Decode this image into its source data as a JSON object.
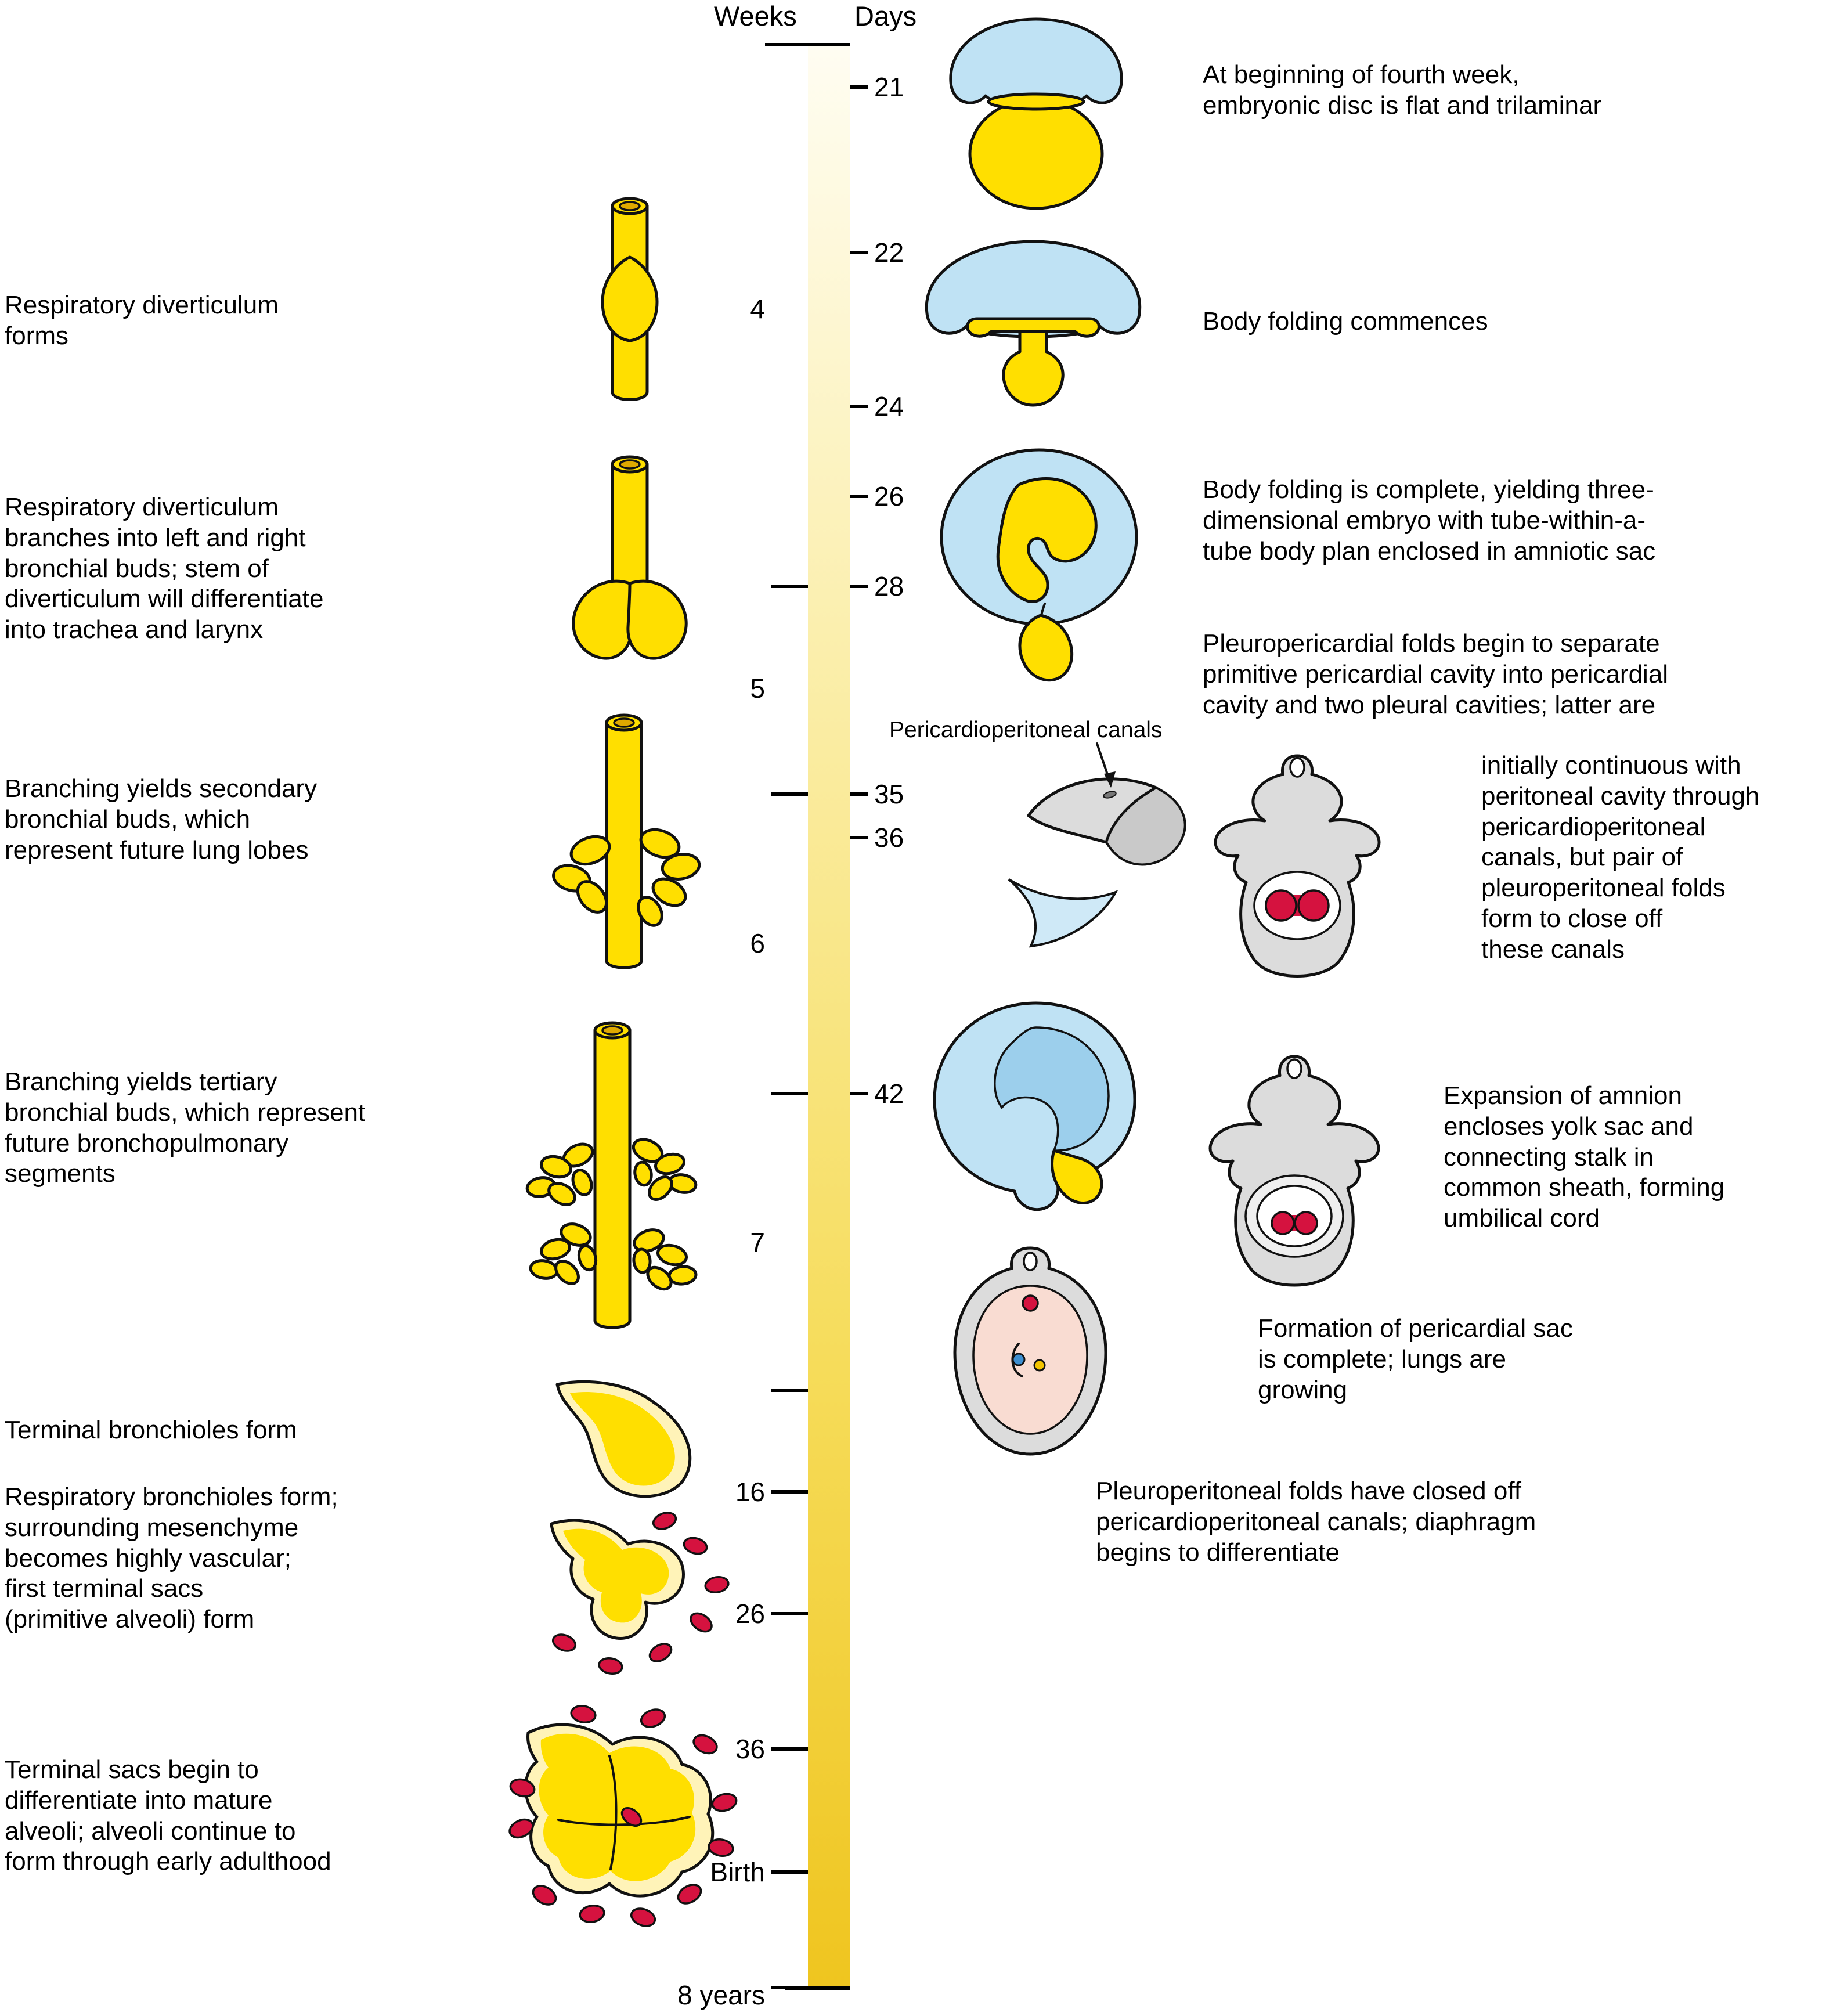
{
  "figure": {
    "timeline": {
      "weeks_header": "Weeks",
      "days_header": "Days",
      "weeks": [
        "4",
        "5",
        "6",
        "7",
        "16",
        "26",
        "36",
        "Birth",
        "8 years"
      ],
      "days": [
        "21",
        "22",
        "24",
        "26",
        "28",
        "35",
        "36",
        "42"
      ]
    },
    "left_annotations": [
      "Respiratory diverticulum\nforms",
      "Respiratory diverticulum\nbranches into left and right\nbronchial buds; stem of\ndiverticulum will differentiate\ninto trachea and larynx",
      "Branching yields secondary\nbronchial buds, which\nrepresent future lung lobes",
      "Branching yields tertiary\nbronchial buds, which represent\nfuture bronchopulmonary\nsegments",
      "Terminal bronchioles form",
      "Respiratory bronchioles form;\nsurrounding mesenchyme\nbecomes highly vascular;\nfirst terminal sacs\n(primitive alveoli) form",
      "Terminal sacs begin to\ndifferentiate into mature\nalveoli; alveoli continue to\nform through early adulthood"
    ],
    "right_annotations": [
      "At beginning of fourth week,\nembryonic disc is flat and trilaminar",
      "Body folding commences",
      "Body folding is complete, yielding three-\ndimensional embryo with tube-within-a-\ntube body plan enclosed in amniotic sac",
      "Pleuropericardial folds begin to separate\nprimitive pericardial cavity into pericardial\ncavity and two pleural cavities; latter are",
      "initially continuous with\nperitoneal cavity through\npericardioperitoneal\ncanals, but pair of\npleuroperitoneal folds\nform to close off\nthese canals",
      "Expansion of amnion\nencloses yolk sac and\nconnecting stalk in\ncommon sheath, forming\numbilical cord",
      "Formation of pericardial sac\nis complete; lungs are\ngrowing",
      "Pleuroperitoneal folds have closed off\npericardioperitoneal canals; diaphragm\nbegins to differentiate"
    ],
    "canal_label": "Pericardioperitoneal canals",
    "colors": {
      "yellow": "#FFDF00",
      "yellow_deep": "#EFC51F",
      "cream": "#FFF3B8",
      "blue": "#BFE2F4",
      "gray": "#DCDCDC",
      "red": "#D5123F",
      "pink": "#F9DCD2"
    }
  }
}
